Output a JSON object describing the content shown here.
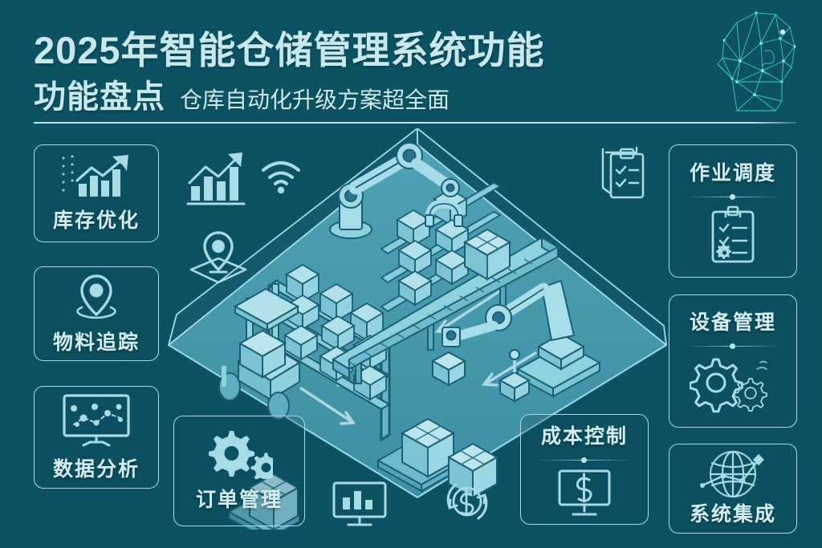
{
  "header": {
    "title_line1": "2025年智能仓储管理系统功能",
    "title_line2": "功能盘点",
    "subtitle": "仓库自动化升级方案超全面",
    "decoration_icon": "ai-head-wireframe-icon"
  },
  "colors": {
    "background": "#0d5263",
    "accent_light": "#a8dbe4",
    "text_primary": "#d3edf1",
    "scene_floor": "#3f93a6",
    "scene_object": "#8fd0dc",
    "scene_outline": "#14536a"
  },
  "cards_left": [
    {
      "label": "库存优化",
      "icon": "bar-chart-growth-icon"
    },
    {
      "label": "物料追踪",
      "icon": "location-pin-icon"
    },
    {
      "label": "数据分析",
      "icon": "monitor-scatter-chart-icon"
    }
  ],
  "cards_bottom": [
    {
      "label": "订单管理",
      "icon": "gears-icon"
    },
    {
      "label": "成本控制",
      "icon": "monitor-dollar-icon"
    }
  ],
  "cards_right": [
    {
      "label": "作业调度",
      "icon": "clipboard-checklist-icon"
    },
    {
      "label": "设备管理",
      "icon": "gears-icon"
    },
    {
      "label": "系统集成",
      "icon": "globe-network-icon"
    }
  ],
  "floating_icons": [
    {
      "name": "bar-chart-arrow-icon"
    },
    {
      "name": "wifi-signal-icon"
    },
    {
      "name": "location-pin-ground-icon"
    },
    {
      "name": "clipboard-check-icon"
    },
    {
      "name": "monitor-bar-chart-icon"
    },
    {
      "name": "dollar-cycle-icon"
    }
  ],
  "scene": {
    "name": "isometric-smart-warehouse-illustration",
    "elements": [
      "storage-rack-with-boxes",
      "roller-conveyor-belt",
      "robotic-arm",
      "gantry-robot",
      "forklift",
      "palletized-boxes",
      "floor-direction-arrows"
    ]
  }
}
